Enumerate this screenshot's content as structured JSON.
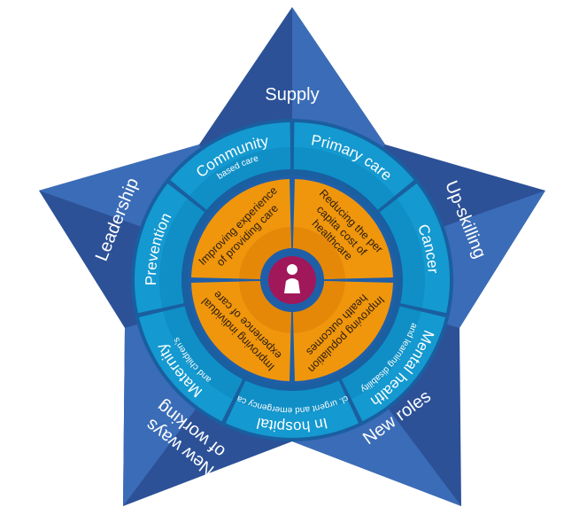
{
  "colors": {
    "star_dark": "#2c5197",
    "star_light": "#3b6cb7",
    "ring_outer": "#0f8fc6",
    "ring_outer_light": "#1aa3d8",
    "ring_gap": "#1a5fa0",
    "core": "#f0960c",
    "core_dark": "#e07e05",
    "hub": "#a0185a",
    "divider": "#1f5fa8"
  },
  "star_points": [
    {
      "label": "Supply"
    },
    {
      "label": "Up-skilling"
    },
    {
      "label": "New roles"
    },
    {
      "label": "New ways of working"
    },
    {
      "label": "Leadership"
    }
  ],
  "ring_segments": [
    {
      "label": "Primary care",
      "sub": ""
    },
    {
      "label": "Cancer",
      "sub": ""
    },
    {
      "label": "Mental health",
      "sub": "and learning disability"
    },
    {
      "label": "In hospital",
      "sub": "incl. urgent and emergency care"
    },
    {
      "label": "Maternity",
      "sub": "and children's"
    },
    {
      "label": "Prevention",
      "sub": ""
    },
    {
      "label": "Community",
      "sub": "based care"
    }
  ],
  "core_quadrants": [
    {
      "text": "Reducing the per capita cost of healthcare"
    },
    {
      "text": "Improving population health outcomes"
    },
    {
      "text": "Improving individual experience of care"
    },
    {
      "text": "Improving experience of providing care"
    }
  ],
  "hub": {
    "icon": "person-icon"
  }
}
